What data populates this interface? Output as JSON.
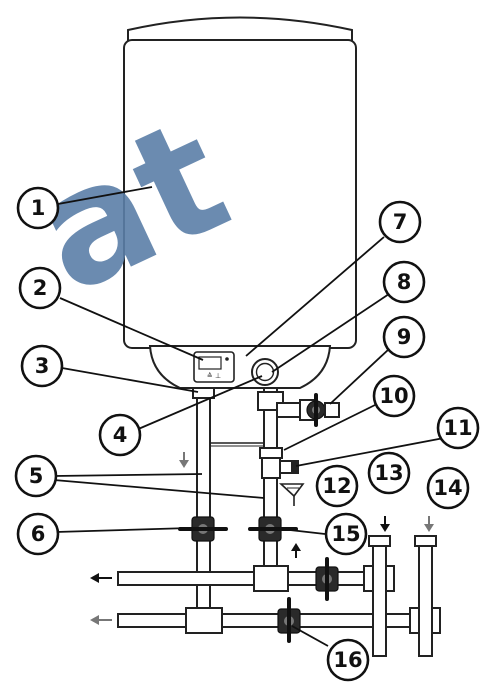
{
  "labels": [
    "1",
    "2",
    "3",
    "4",
    "5",
    "6",
    "7",
    "8",
    "9",
    "10",
    "11",
    "12",
    "13",
    "14",
    "15",
    "16"
  ],
  "watermark": "at",
  "colors": {
    "line": "#222222",
    "watermark": "#5b7fa8",
    "arrow_grey": "#777777",
    "valve": "#2a2a2a"
  }
}
